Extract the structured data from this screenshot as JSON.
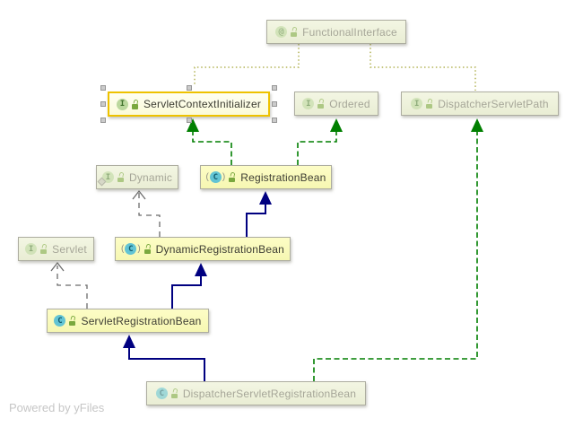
{
  "watermark": {
    "text": "Powered by yFiles"
  },
  "diagram": {
    "nodes": [
      {
        "label": "FunctionalInterface",
        "icon_letter": "@",
        "kind": "annotation",
        "scope": "library",
        "selected": false
      },
      {
        "label": "ServletContextInitializer",
        "icon_letter": "I",
        "kind": "interface",
        "scope": "project",
        "selected": true
      },
      {
        "label": "Ordered",
        "icon_letter": "I",
        "kind": "interface",
        "scope": "library",
        "selected": false
      },
      {
        "label": "DispatcherServletPath",
        "icon_letter": "I",
        "kind": "interface",
        "scope": "library",
        "selected": false
      },
      {
        "label": "Dynamic",
        "icon_letter": "I",
        "kind": "static-interface",
        "scope": "library",
        "selected": false
      },
      {
        "label": "RegistrationBean",
        "icon_letter": "C",
        "kind": "abstract-class",
        "scope": "project",
        "selected": false
      },
      {
        "label": "Servlet",
        "icon_letter": "I",
        "kind": "interface",
        "scope": "library",
        "selected": false
      },
      {
        "label": "DynamicRegistrationBean",
        "icon_letter": "C",
        "kind": "abstract-class",
        "scope": "project",
        "selected": false
      },
      {
        "label": "ServletRegistrationBean",
        "icon_letter": "C",
        "kind": "class",
        "scope": "project",
        "selected": false
      },
      {
        "label": "DispatcherServletRegistrationBean",
        "icon_letter": "C",
        "kind": "class",
        "scope": "library",
        "selected": false
      }
    ],
    "edges": [
      {
        "from": "FunctionalInterface",
        "to": "ServletContextInitializer",
        "type": "annotation"
      },
      {
        "from": "FunctionalInterface",
        "to": "DispatcherServletPath",
        "type": "annotation"
      },
      {
        "from": "RegistrationBean",
        "to": "ServletContextInitializer",
        "type": "implements"
      },
      {
        "from": "RegistrationBean",
        "to": "Ordered",
        "type": "implements"
      },
      {
        "from": "DispatcherServletRegistrationBean",
        "to": "DispatcherServletPath",
        "type": "implements"
      },
      {
        "from": "DynamicRegistrationBean",
        "to": "RegistrationBean",
        "type": "extends"
      },
      {
        "from": "DynamicRegistrationBean",
        "to": "Dynamic",
        "type": "implements-library"
      },
      {
        "from": "ServletRegistrationBean",
        "to": "DynamicRegistrationBean",
        "type": "extends"
      },
      {
        "from": "ServletRegistrationBean",
        "to": "Servlet",
        "type": "implements-library"
      },
      {
        "from": "DispatcherServletRegistrationBean",
        "to": "ServletRegistrationBean",
        "type": "extends"
      }
    ],
    "colors": {
      "extends_edge": "#000080",
      "implements_edge": "#007f00",
      "library_edge": "#6b6b6b",
      "annotation_edge": "#b3b356",
      "selection_border": "#eec200",
      "project_node_bg": "#fafbbc",
      "library_node_bg": "#eff2da",
      "project_text": "#3c3c32",
      "library_text": "#a6a698"
    }
  }
}
